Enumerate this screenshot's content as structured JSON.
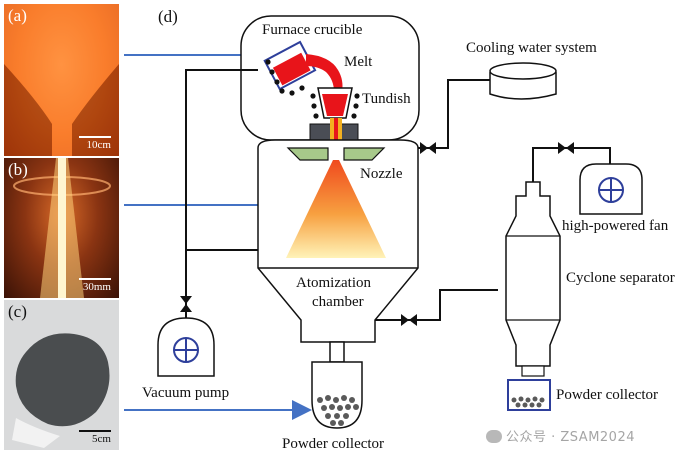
{
  "photos": [
    {
      "tag": "(a)",
      "scale": "10cm"
    },
    {
      "tag": "(b)",
      "scale": "30mm"
    },
    {
      "tag": "(c)",
      "scale": "5cm"
    }
  ],
  "diagram": {
    "panel_label": "(d)",
    "furnace_crucible": "Furnace crucible",
    "melt": "Melt",
    "tundish": "Tundish",
    "nozzle": "Nozzle",
    "atomization_chamber_line1": "Atomization",
    "atomization_chamber_line2": "chamber",
    "cooling_water_system": "Cooling water system",
    "high_powered_fan": "high-powered fan",
    "cyclone_separator": "Cyclone separator",
    "powder_collector_right": "Powder collector",
    "vacuum_pump": "Vacuum pump",
    "powder_collector_bottom": "Powder collector"
  },
  "watermark": "公众号 · ZSAM2024",
  "colors": {
    "arrow": "#4472c4",
    "melt": "#e8141a",
    "spray_top": "#f04a1e",
    "spray_bottom": "#fff3b8",
    "collector_border": "#2e3f9b"
  }
}
